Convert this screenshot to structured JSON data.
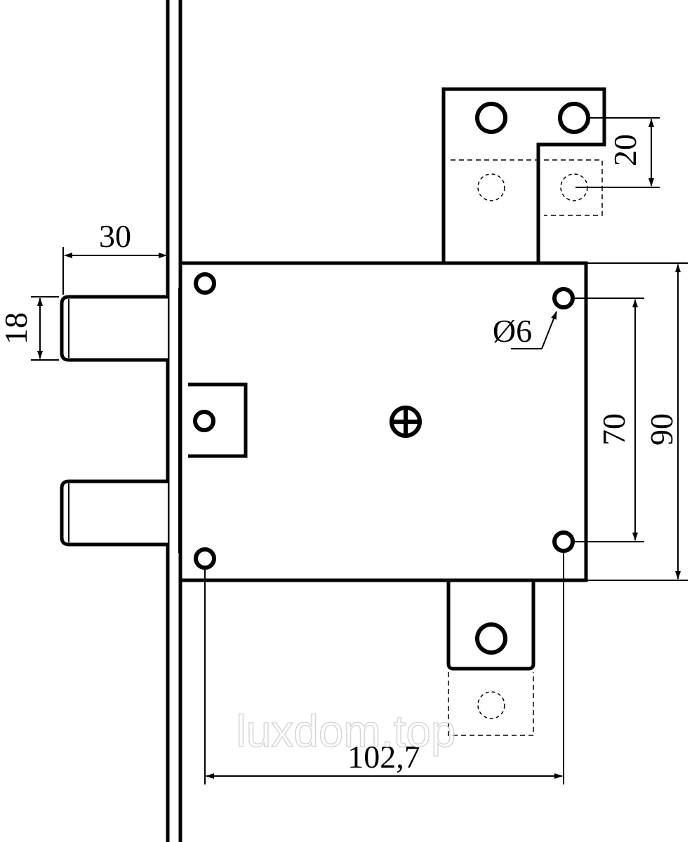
{
  "dimensions": {
    "bolt_throw": "30",
    "bolt_height": "18",
    "top_rod_offset": "20",
    "hole_diameter": "Ø6",
    "hole_spacing_vertical": "70",
    "case_height": "90",
    "hole_spacing_horizontal": "102,7"
  },
  "watermark": "luxdom.top"
}
